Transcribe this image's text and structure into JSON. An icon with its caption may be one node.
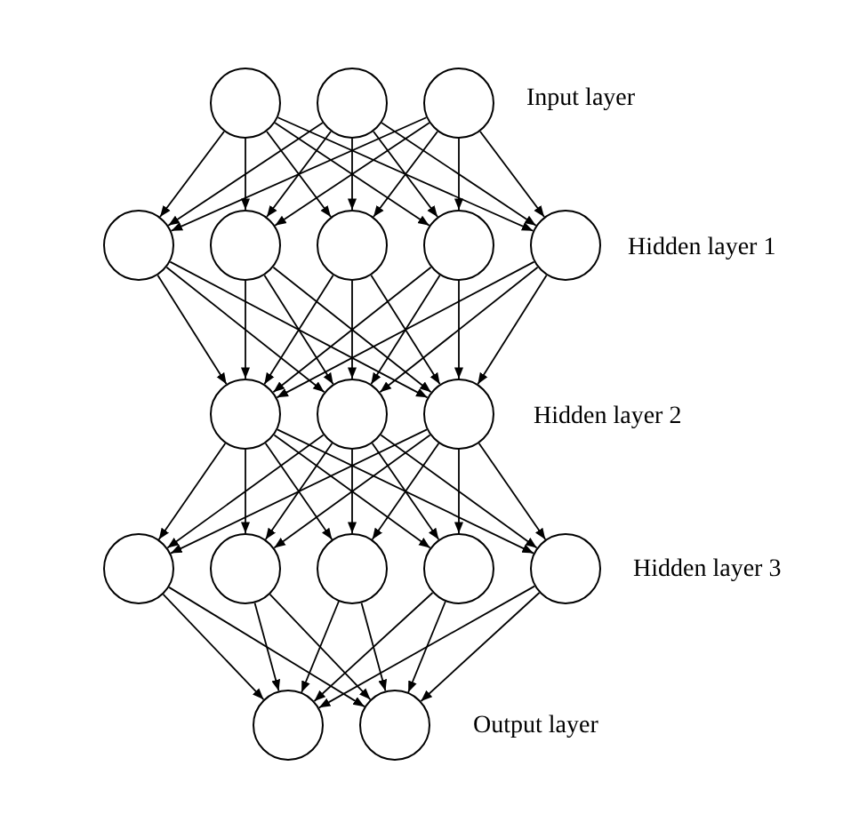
{
  "diagram": {
    "nodes": [
      {
        "text": [],
        "shape": "circle"
      },
      {
        "text": [],
        "shape": "circle"
      },
      {
        "text": [],
        "shape": "circle"
      },
      {
        "text": [],
        "shape": "circle"
      },
      {
        "text": [],
        "shape": "circle"
      },
      {
        "text": [],
        "shape": "circle"
      },
      {
        "text": [],
        "shape": "circle"
      },
      {
        "text": [],
        "shape": "circle"
      },
      {
        "text": [],
        "shape": "circle"
      },
      {
        "text": [],
        "shape": "circle"
      },
      {
        "text": [],
        "shape": "circle"
      },
      {
        "text": [],
        "shape": "circle"
      },
      {
        "text": [],
        "shape": "circle"
      },
      {
        "text": [],
        "shape": "circle"
      },
      {
        "text": [],
        "shape": "circle"
      },
      {
        "text": [],
        "shape": "circle"
      },
      {
        "text": [],
        "shape": "circle"
      },
      {
        "text": [],
        "shape": "circle"
      }
    ],
    "edges": [
      {
        "from": 0,
        "to": 3,
        "arrow": "to"
      },
      {
        "from": 0,
        "to": 4,
        "arrow": "to"
      },
      {
        "from": 0,
        "to": 5,
        "arrow": "to"
      },
      {
        "from": 0,
        "to": 6,
        "arrow": "to"
      },
      {
        "from": 0,
        "to": 7,
        "arrow": "to"
      },
      {
        "from": 1,
        "to": 3,
        "arrow": "to"
      },
      {
        "from": 1,
        "to": 4,
        "arrow": "to"
      },
      {
        "from": 1,
        "to": 5,
        "arrow": "to"
      },
      {
        "from": 1,
        "to": 6,
        "arrow": "to"
      },
      {
        "from": 1,
        "to": 7,
        "arrow": "to"
      },
      {
        "from": 2,
        "to": 3,
        "arrow": "to"
      },
      {
        "from": 2,
        "to": 4,
        "arrow": "to"
      },
      {
        "from": 2,
        "to": 5,
        "arrow": "to"
      },
      {
        "from": 2,
        "to": 6,
        "arrow": "to"
      },
      {
        "from": 2,
        "to": 7,
        "arrow": "to"
      },
      {
        "from": 3,
        "to": 8,
        "arrow": "to"
      },
      {
        "from": 3,
        "to": 9,
        "arrow": "to"
      },
      {
        "from": 3,
        "to": 10,
        "arrow": "to"
      },
      {
        "from": 4,
        "to": 8,
        "arrow": "to"
      },
      {
        "from": 4,
        "to": 9,
        "arrow": "to"
      },
      {
        "from": 4,
        "to": 10,
        "arrow": "to"
      },
      {
        "from": 5,
        "to": 8,
        "arrow": "to"
      },
      {
        "from": 5,
        "to": 9,
        "arrow": "to"
      },
      {
        "from": 5,
        "to": 10,
        "arrow": "to"
      },
      {
        "from": 6,
        "to": 8,
        "arrow": "to"
      },
      {
        "from": 6,
        "to": 9,
        "arrow": "to"
      },
      {
        "from": 6,
        "to": 10,
        "arrow": "to"
      },
      {
        "from": 7,
        "to": 8,
        "arrow": "to"
      },
      {
        "from": 7,
        "to": 9,
        "arrow": "to"
      },
      {
        "from": 7,
        "to": 10,
        "arrow": "to"
      },
      {
        "from": 8,
        "to": 11,
        "arrow": "to"
      },
      {
        "from": 8,
        "to": 12,
        "arrow": "to"
      },
      {
        "from": 8,
        "to": 13,
        "arrow": "to"
      },
      {
        "from": 8,
        "to": 14,
        "arrow": "to"
      },
      {
        "from": 8,
        "to": 15,
        "arrow": "to"
      },
      {
        "from": 9,
        "to": 11,
        "arrow": "to"
      },
      {
        "from": 9,
        "to": 12,
        "arrow": "to"
      },
      {
        "from": 9,
        "to": 13,
        "arrow": "to"
      },
      {
        "from": 9,
        "to": 14,
        "arrow": "to"
      },
      {
        "from": 9,
        "to": 15,
        "arrow": "to"
      },
      {
        "from": 10,
        "to": 11,
        "arrow": "to"
      },
      {
        "from": 10,
        "to": 12,
        "arrow": "to"
      },
      {
        "from": 10,
        "to": 13,
        "arrow": "to"
      },
      {
        "from": 10,
        "to": 14,
        "arrow": "to"
      },
      {
        "from": 10,
        "to": 15,
        "arrow": "to"
      },
      {
        "from": 11,
        "to": 16,
        "arrow": "to"
      },
      {
        "from": 11,
        "to": 17,
        "arrow": "to"
      },
      {
        "from": 12,
        "to": 16,
        "arrow": "to"
      },
      {
        "from": 12,
        "to": 17,
        "arrow": "to"
      },
      {
        "from": 13,
        "to": 16,
        "arrow": "to"
      },
      {
        "from": 13,
        "to": 17,
        "arrow": "to"
      },
      {
        "from": 14,
        "to": 16,
        "arrow": "to"
      },
      {
        "from": 14,
        "to": 17,
        "arrow": "to"
      },
      {
        "from": 15,
        "to": 16,
        "arrow": "to"
      },
      {
        "from": 15,
        "to": 17,
        "arrow": "to"
      }
    ],
    "labels": [
      "Input layer",
      "Hidden layer 1",
      "Hidden layer 2",
      "Hidden layer 3",
      "Output layer"
    ]
  }
}
